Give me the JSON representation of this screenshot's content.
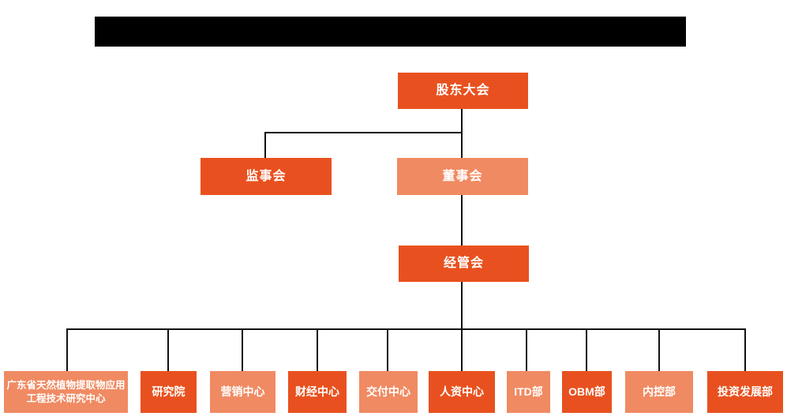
{
  "colors": {
    "node_dark": "#e8511f",
    "node_light": "#f08a62",
    "connector_line": "#111111",
    "redacted_bar": "#000000",
    "node_text": "#ffffff",
    "background": "#ffffff"
  },
  "org_chart": {
    "root": {
      "label": "股东大会",
      "variant": "dark"
    },
    "level2": [
      {
        "label": "监事会",
        "variant": "dark"
      },
      {
        "label": "董事会",
        "variant": "light"
      }
    ],
    "level3": {
      "label": "经管会",
      "variant": "dark"
    },
    "departments": [
      {
        "label": "广东省天然植物提取物应用工程技术研究中心",
        "variant": "light"
      },
      {
        "label": "研究院",
        "variant": "dark"
      },
      {
        "label": "营销中心",
        "variant": "light"
      },
      {
        "label": "财经中心",
        "variant": "dark"
      },
      {
        "label": "交付中心",
        "variant": "light"
      },
      {
        "label": "人资中心",
        "variant": "dark"
      },
      {
        "label": "ITD部",
        "variant": "light"
      },
      {
        "label": "OBM部",
        "variant": "dark"
      },
      {
        "label": "内控部",
        "variant": "light"
      },
      {
        "label": "投资发展部",
        "variant": "dark"
      }
    ]
  }
}
